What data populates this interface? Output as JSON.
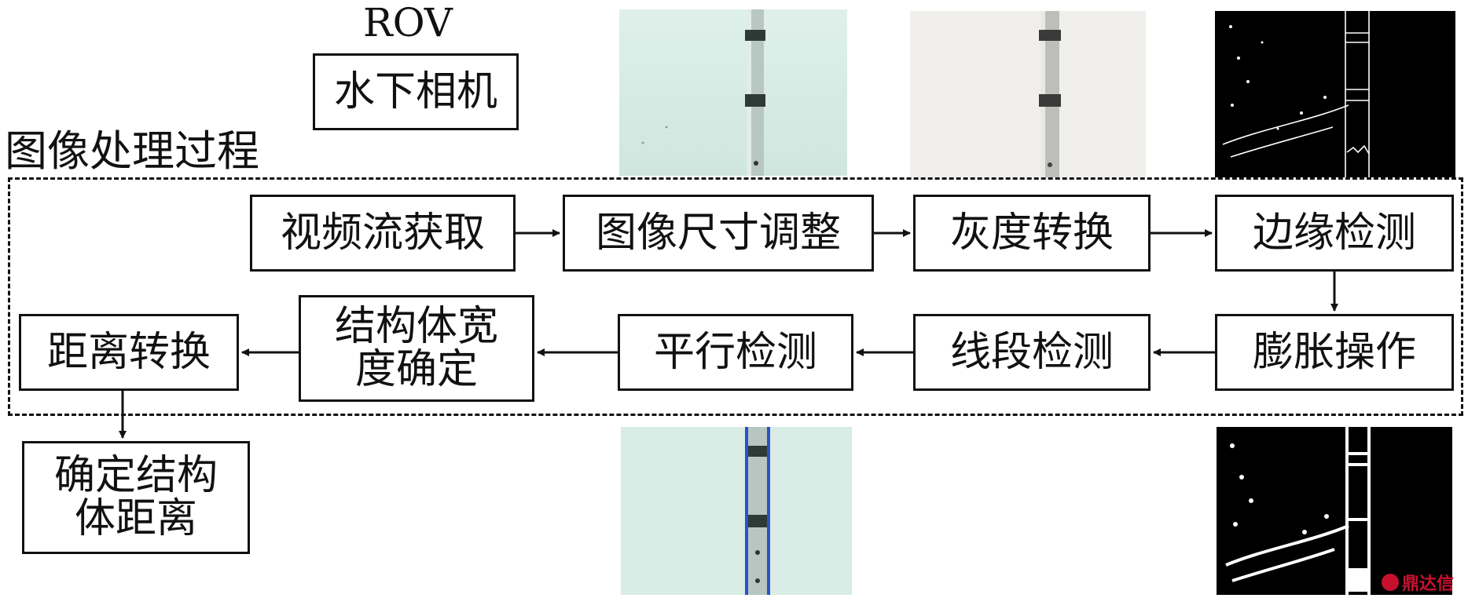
{
  "labels": {
    "rov": "ROV",
    "process": "图像处理过程",
    "watermark": "鼎达信"
  },
  "boxes": {
    "camera": "水下相机",
    "video": "视频流获取",
    "resize": "图像尺寸调整",
    "gray": "灰度转换",
    "edge": "边缘检测",
    "dilate": "膨胀操作",
    "segment": "线段检测",
    "parallel": "平行检测",
    "width_line1": "结构体宽",
    "width_line2": "度确定",
    "convert": "距离转换",
    "final_line1": "确定结构",
    "final_line2": "体距离"
  },
  "colors": {
    "stroke": "#111111",
    "photo_tint": "#d9ece6",
    "line_overlay": "#2a52c8",
    "watermark": "#c8102e"
  },
  "icons": {
    "watermark_logo": "ddx-logo-icon"
  }
}
